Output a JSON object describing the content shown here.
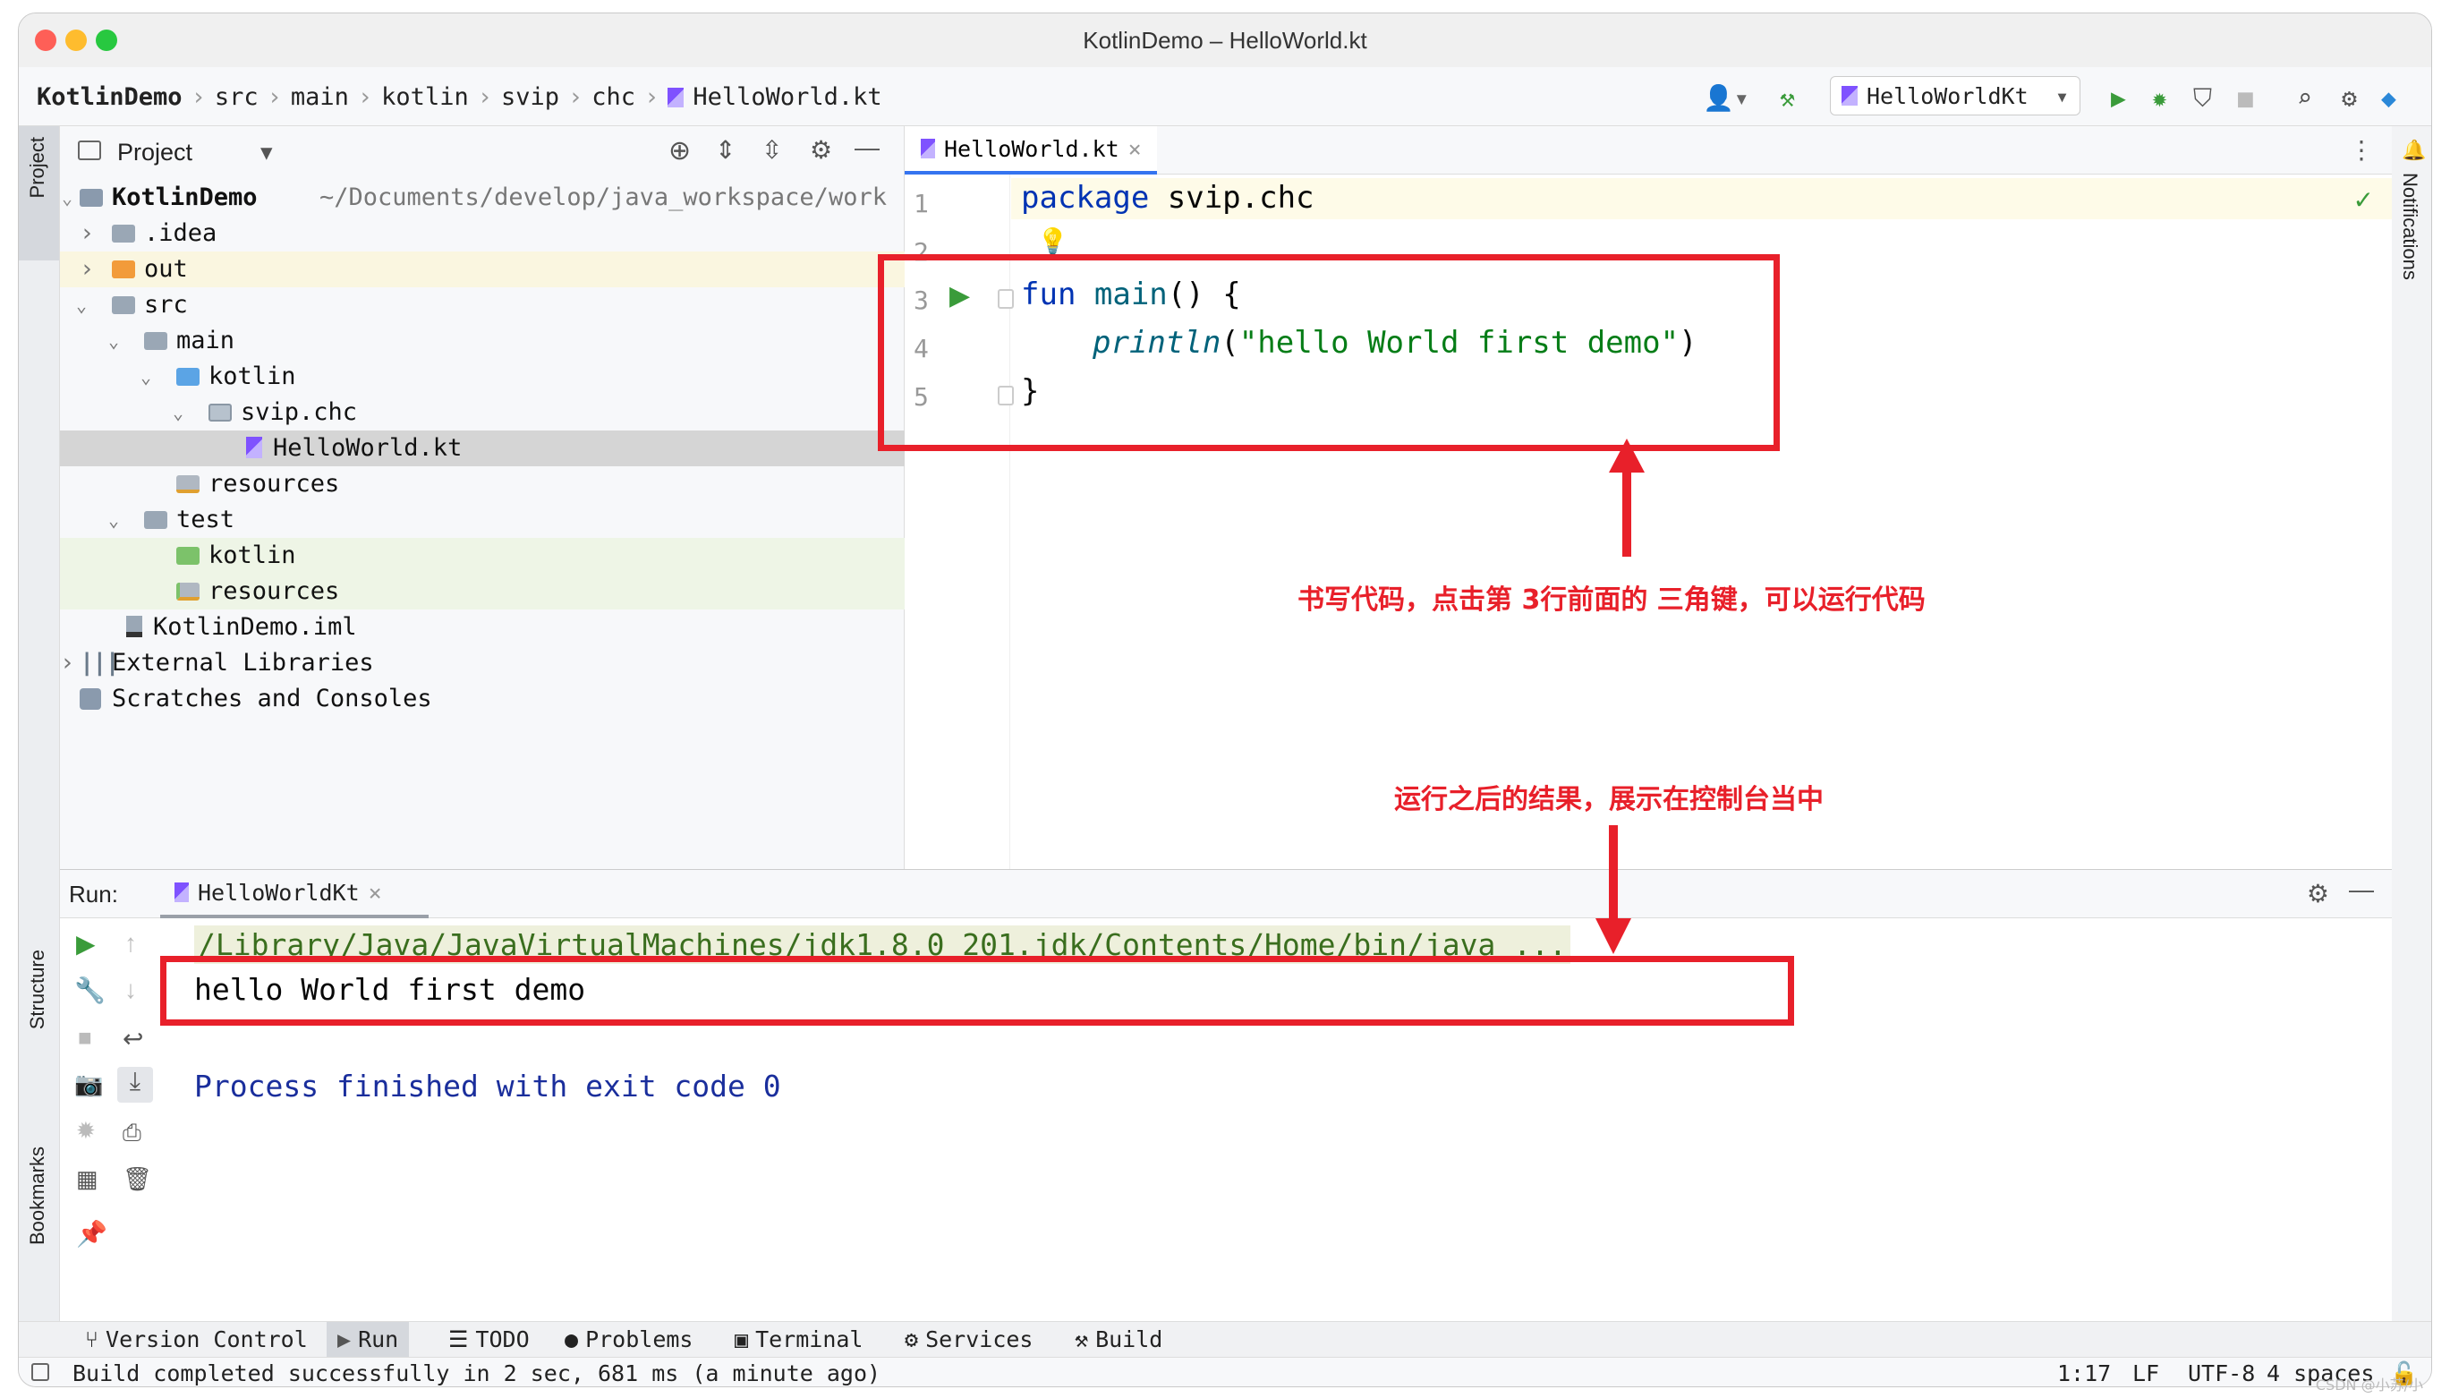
{
  "window": {
    "title": "KotlinDemo – HelloWorld.kt"
  },
  "breadcrumb": [
    "KotlinDemo",
    "src",
    "main",
    "kotlin",
    "svip",
    "chc",
    "HelloWorld.kt"
  ],
  "toolbar": {
    "run_config": "HelloWorldKt"
  },
  "left_strip": {
    "project": "Project",
    "structure": "Structure",
    "bookmarks": "Bookmarks"
  },
  "right_strip": {
    "notifications": "Notifications"
  },
  "project_panel": {
    "title": "Project",
    "tree": [
      {
        "label": "KotlinDemo",
        "extra": "~/Documents/develop/java_workspace/work"
      },
      {
        "label": ".idea"
      },
      {
        "label": "out"
      },
      {
        "label": "src"
      },
      {
        "label": "main"
      },
      {
        "label": "kotlin"
      },
      {
        "label": "svip.chc"
      },
      {
        "label": "HelloWorld.kt"
      },
      {
        "label": "resources"
      },
      {
        "label": "test"
      },
      {
        "label": "kotlin"
      },
      {
        "label": "resources"
      },
      {
        "label": "KotlinDemo.iml"
      },
      {
        "label": "External Libraries"
      },
      {
        "label": "Scratches and Consoles"
      }
    ]
  },
  "editor": {
    "tab": "HelloWorld.kt",
    "line_numbers": [
      "1",
      "2",
      "3",
      "4",
      "5"
    ],
    "code": {
      "l1_kw": "package",
      "l1_rest": " svip.chc",
      "l3_kw": "fun",
      "l3_fn": " main",
      "l3_rest": "() {",
      "l4_fn": "println",
      "l4_open": "(",
      "l4_str": "\"hello World first demo\"",
      "l4_close": ")",
      "l5": "}"
    }
  },
  "run_panel": {
    "label": "Run:",
    "tab": "HelloWorldKt",
    "console": {
      "cmd": "/Library/Java/JavaVirtualMachines/jdk1.8.0_201.jdk/Contents/Home/bin/java ...",
      "output": "hello World first demo",
      "finished": "Process finished with exit code 0"
    }
  },
  "bottom_tabs": [
    "Version Control",
    "Run",
    "TODO",
    "Problems",
    "Terminal",
    "Services",
    "Build"
  ],
  "status_bar": {
    "message": "Build completed successfully in 2 sec, 681 ms (a minute ago)",
    "position": "1:17",
    "line_sep": "LF",
    "encoding": "UTF-8",
    "indent": "4 spaces"
  },
  "annotations": {
    "code_note": "书写代码，点击第 3行前面的 三角键，可以运行代码",
    "result_note": "运行之后的结果，展示在控制台当中"
  },
  "watermark": "CSDN @小苏/小",
  "colors": {
    "accent_red": "#e8202a",
    "keyword": "#0033b3",
    "string": "#067d17",
    "function": "#00627a"
  }
}
